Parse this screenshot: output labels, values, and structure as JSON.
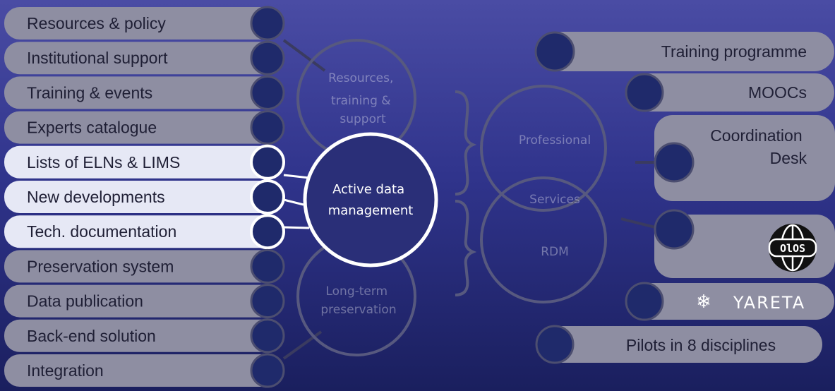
{
  "left_items": [
    {
      "label": "Resources & policy",
      "highlighted": false
    },
    {
      "label": "Institutional support",
      "highlighted": false
    },
    {
      "label": "Training & events",
      "highlighted": false
    },
    {
      "label": "Experts catalogue",
      "highlighted": false
    },
    {
      "label": "Lists of ELNs & LIMS",
      "highlighted": true
    },
    {
      "label": "New developments",
      "highlighted": true
    },
    {
      "label": "Tech. documentation",
      "highlighted": true
    },
    {
      "label": "Preservation system",
      "highlighted": false
    },
    {
      "label": "Data publication",
      "highlighted": false
    },
    {
      "label": "Back-end solution",
      "highlighted": false
    },
    {
      "label": "Integration",
      "highlighted": false
    }
  ],
  "hubs": {
    "resources": [
      "Resources,",
      "training &",
      "support"
    ],
    "active": [
      "Active data",
      "management"
    ],
    "longterm": [
      "Long-term",
      "preservation"
    ],
    "professional": "Professional",
    "services": "Services",
    "rdm": "RDM"
  },
  "right_items": {
    "training_programme": "Training programme",
    "moocs": "MOOCs",
    "coordination_desk": [
      "Coordination",
      "Desk"
    ],
    "olos_logo_text": "OlOS",
    "yareta_logo_text": "YARETA",
    "pilots": "Pilots in 8 disciplines"
  },
  "colors": {
    "pill_gray": "#8e8ea2",
    "pill_light": "#e6e8f5",
    "knob": "#1f2a6b",
    "hub_stroke": "#57597f",
    "active_stroke": "#ffffff"
  }
}
